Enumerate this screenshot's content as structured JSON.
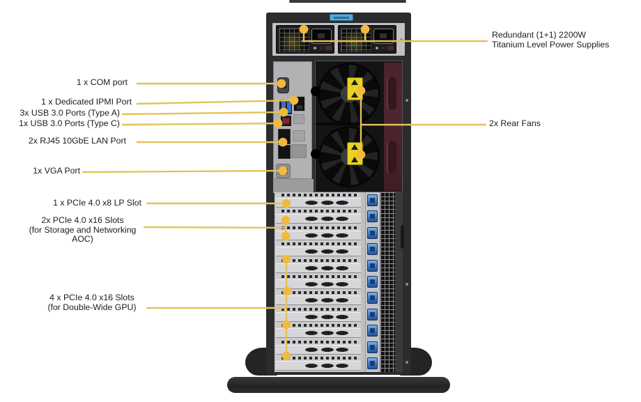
{
  "callouts": {
    "com": {
      "label": "1 x COM port"
    },
    "ipmi": {
      "label": "1 x Dedicated IPMI Port"
    },
    "usb_a": {
      "label": "3x USB 3.0 Ports (Type A)"
    },
    "usb_c": {
      "label": "1x USB 3.0 Ports (Type C)"
    },
    "lan": {
      "label": "2x RJ45 10GbE LAN Port"
    },
    "vga": {
      "label": "1x VGA Port"
    },
    "pcie_lp": {
      "label": "1 x PCIe 4.0 x8 LP Slot"
    },
    "pcie_2x": {
      "label": "2x PCIe 4.0 x16 Slots",
      "sublabel": "(for Storage and Networking AOC)"
    },
    "pcie_4x": {
      "label": "4 x PCIe 4.0 x16 Slots",
      "sublabel": "(for Double-Wide GPU)"
    },
    "psu": {
      "label_line1": "Redundant (1+1) 2200W",
      "label_line2": "Titanium Level Power Supplies"
    },
    "fans": {
      "label": "2x Rear Fans"
    }
  },
  "colors": {
    "callout_line": "#E3C258",
    "callout_dot": "#F1BA3E",
    "latch_blue": "#56A8DA",
    "clip_blue": "#3C78C8",
    "usb_blue": "#3A6EC2",
    "usb_red": "#8C2330",
    "vga_blue": "#3D5FA9",
    "fan_handle_maroon": "#4F2630",
    "warning_yellow": "#E8D222"
  }
}
